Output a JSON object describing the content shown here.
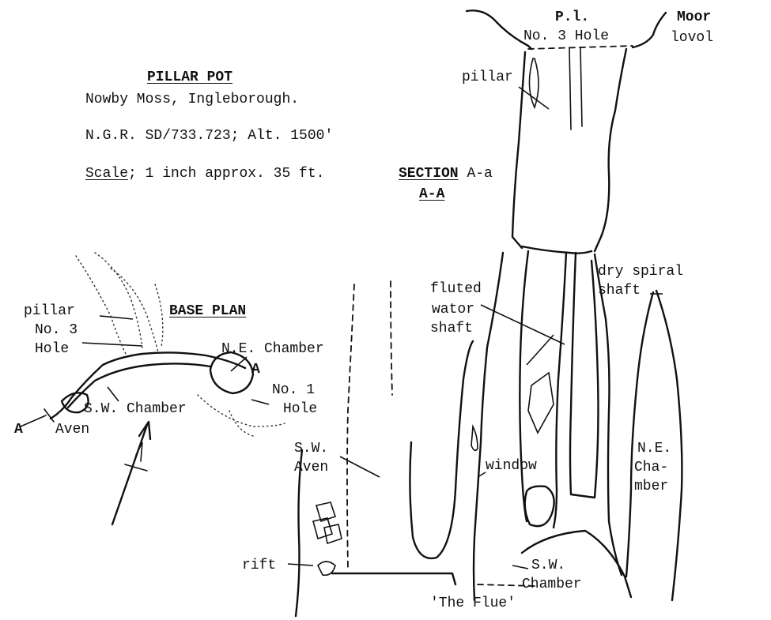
{
  "title": {
    "name": "PILLAR POT",
    "location": "Nowby Moss, Ingleborough.",
    "grid_ref": "N.G.R. SD/733.723; Alt. 1500'",
    "scale_word": "Scale",
    "scale_rest": "; 1 inch  approx. 35 ft.",
    "section_label": "SECTION",
    "section_suffix": "A-a",
    "section_sub": "A-A"
  },
  "plan": {
    "heading": "BASE PLAN",
    "labels": {
      "pillar": "pillar",
      "no3_line1": "No. 3",
      "no3_line2": "Hole",
      "ne_chamber": "N.E. Chamber",
      "ne_marker": "A",
      "no1_line1": "No. 1",
      "no1_line2": "Hole",
      "sw_chamber": "S.W. Chamber",
      "aven": "Aven",
      "sw_marker": "A"
    }
  },
  "section": {
    "labels": {
      "pl_line1": "P.l.",
      "pl_line2": "No. 3 Hole",
      "moor_line1": "Moor",
      "moor_line2": "lovol",
      "pillar": "pillar",
      "fluted_line1": "fluted",
      "fluted_line2": "wator",
      "fluted_line3": "shaft",
      "dry_line1": "dry spiral",
      "dry_line2": "shaft",
      "ne_line1": "N.E.",
      "ne_line2": "Cha-",
      "ne_line3": "mber",
      "sw_aven_line1": "S.W.",
      "sw_aven_line2": "Aven",
      "window": "window",
      "rift": "rift",
      "sw_chamber_line1": "S.W.",
      "sw_chamber_line2": "Chamber",
      "flue": "'The Flue'"
    }
  }
}
